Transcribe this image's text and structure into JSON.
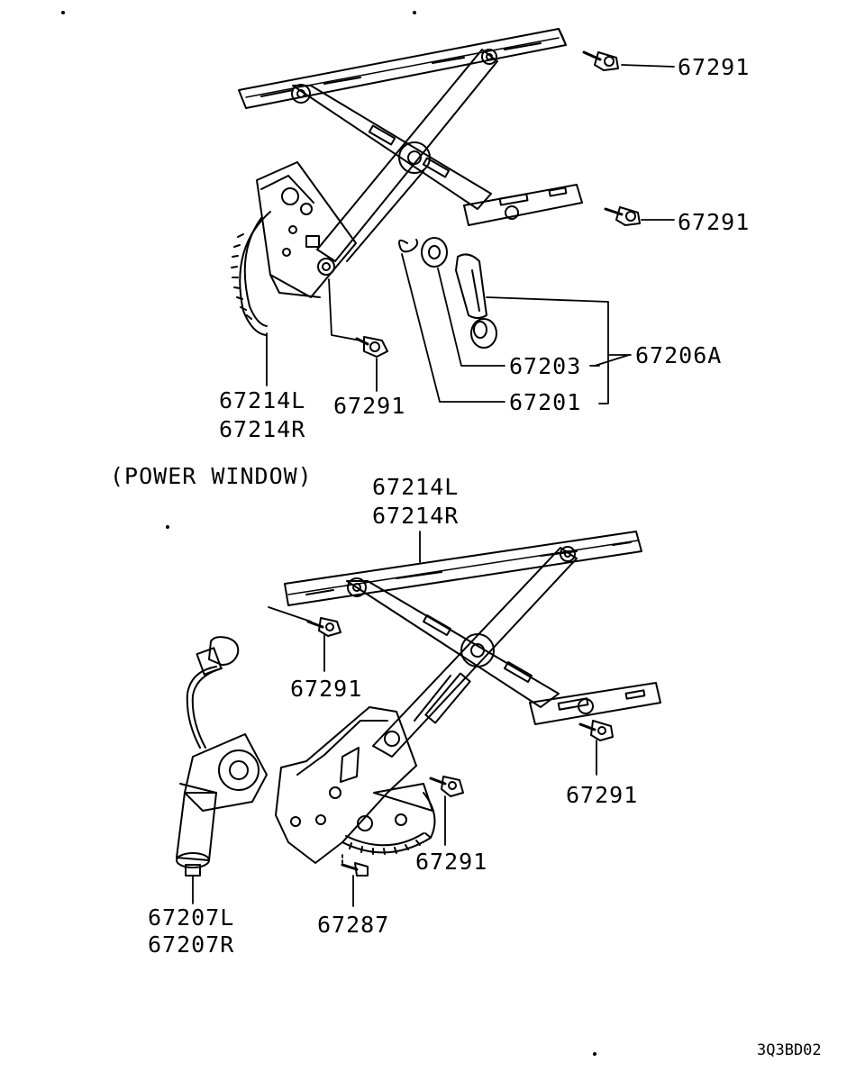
{
  "diagram": {
    "section_title": "(POWER WINDOW)",
    "figure_code": "3Q3BD02",
    "manual": {
      "bolt_top_right_1": "67291",
      "bolt_top_right_2": "67291",
      "bolt_bottom": "67291",
      "regulator_left": "67214L",
      "regulator_right": "67214R",
      "handle_assembly": "67206A",
      "escutcheon": "67203",
      "clip": "67201"
    },
    "power": {
      "regulator_left": "67214L",
      "regulator_right": "67214R",
      "bolt_left": "67291",
      "bolt_right": "67291",
      "bolt_center": "67291",
      "motor_left": "67207L",
      "motor_right": "67207R",
      "screw": "67287"
    }
  }
}
